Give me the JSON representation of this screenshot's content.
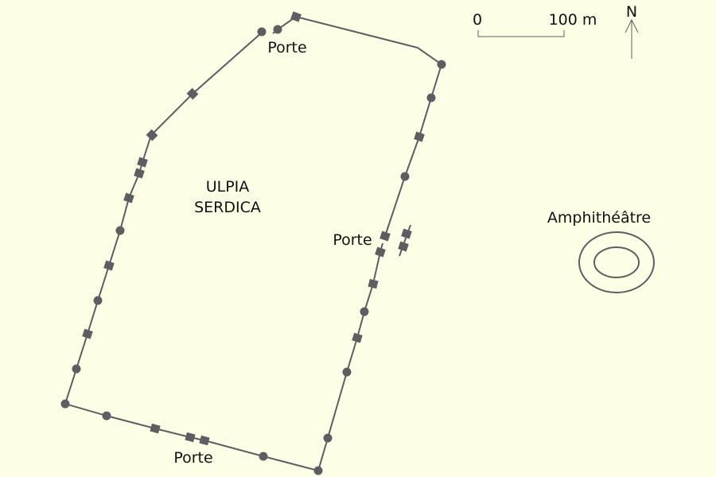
{
  "map": {
    "city_label_line1": "ULPIA",
    "city_label_line2": "SERDICA",
    "gate_label": "Porte",
    "gates": [
      "Porte",
      "Porte",
      "Porte"
    ],
    "amphitheatre_label": "Amphithéâtre",
    "scale": {
      "start": "0",
      "end": "100 m"
    },
    "north_label": "N",
    "colors": {
      "background": "#fefee6",
      "wall": "#5e5e62"
    }
  }
}
